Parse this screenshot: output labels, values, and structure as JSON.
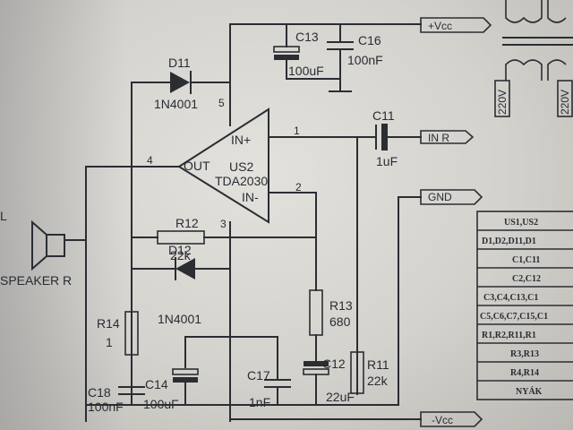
{
  "ic": {
    "name": "US2",
    "part": "TDA2030",
    "pin_out": "OUT",
    "pin_inp": "IN+",
    "pin_inn": "IN-",
    "pin1": "1",
    "pin2": "2",
    "pin3": "3",
    "pin4": "4",
    "pin5": "5"
  },
  "supply": {
    "vcc_pos": "+Vcc",
    "vcc_neg": "-Vcc",
    "gnd": "GND",
    "in_r": "IN R"
  },
  "components": {
    "c13": {
      "ref": "C13",
      "value": "100uF"
    },
    "c16": {
      "ref": "C16",
      "value": "100nF"
    },
    "d11": {
      "ref": "D11",
      "value": "1N4001"
    },
    "d12": {
      "ref": "D12",
      "value": "1N4001"
    },
    "c11": {
      "ref": "C11",
      "value": "1uF"
    },
    "r12": {
      "ref": "R12",
      "value": "22k"
    },
    "r13": {
      "ref": "R13",
      "value": "680"
    },
    "r14": {
      "ref": "R14",
      "value": "1"
    },
    "r11": {
      "ref": "R11",
      "value": "22k"
    },
    "c12": {
      "ref": "C12",
      "value": "22uF"
    },
    "c17": {
      "ref": "C17",
      "value": "1nF"
    },
    "c14": {
      "ref": "C14",
      "value": "100uF"
    },
    "c18": {
      "ref": "C18",
      "value": "100nF"
    }
  },
  "speaker": {
    "label": "SPEAKER R",
    "prefix": "L"
  },
  "transformer": {
    "primary": "220V",
    "secondary": "220V"
  },
  "parts_table": {
    "rows": [
      "US1,US2",
      "D1,D2,D11,D1",
      "C1,C11",
      "C2,C12",
      "C3,C4,C13,C1",
      "C5,C6,C7,C15,C1",
      "R1,R2,R11,R1",
      "R3,R13",
      "R4,R14",
      "NYÁK"
    ]
  },
  "colors": {
    "ink": "#2b2d33",
    "paper": "#e3e1dc"
  }
}
